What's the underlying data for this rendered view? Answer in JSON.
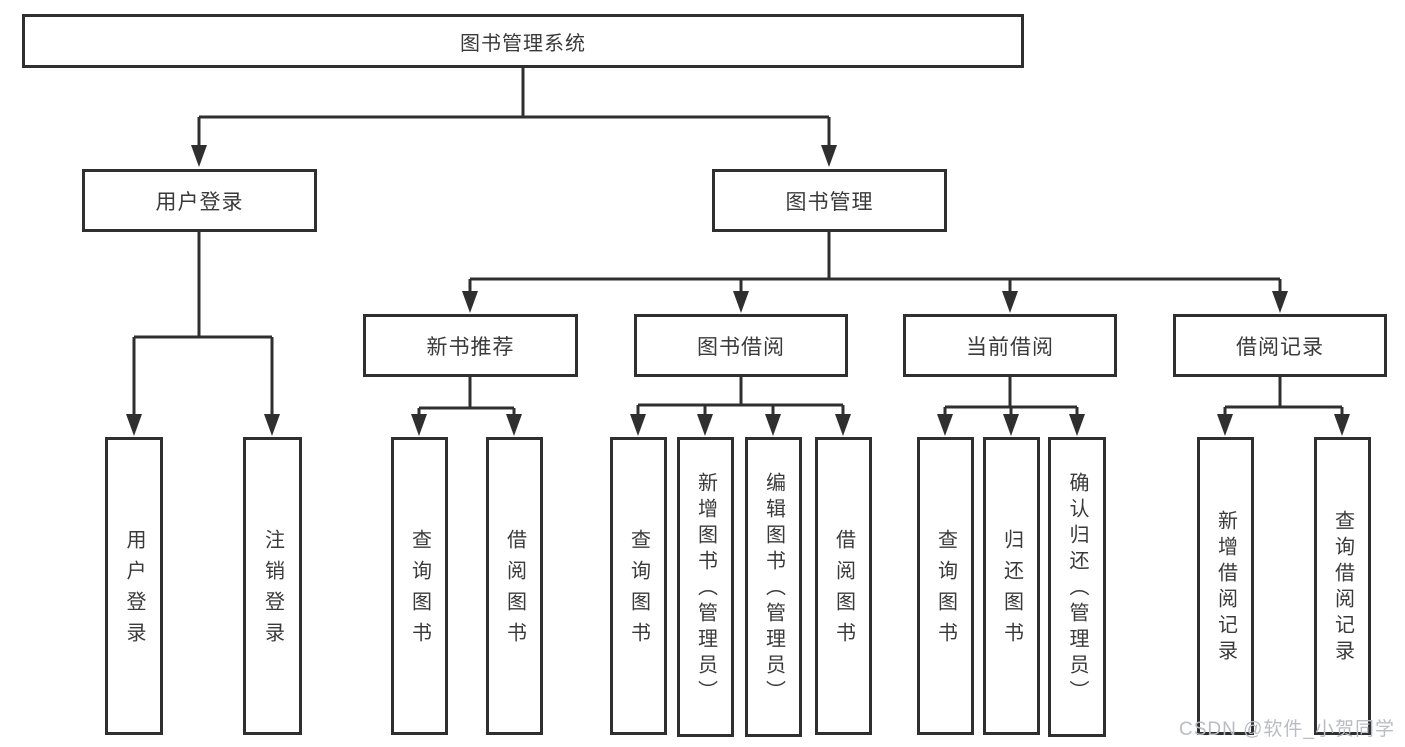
{
  "tree": {
    "root": {
      "label": "图书管理系统"
    },
    "level2": [
      {
        "label": "用户登录",
        "children": [
          "用户登录",
          "注销登录"
        ]
      },
      {
        "label": "图书管理",
        "children": [
          {
            "label": "新书推荐",
            "children": [
              "查询图书",
              "借阅图书"
            ]
          },
          {
            "label": "图书借阅",
            "children": [
              "查询图书",
              "新增图书（管理员）",
              "编辑图书（管理员）",
              "借阅图书"
            ]
          },
          {
            "label": "当前借阅",
            "children": [
              "查询图书",
              "归还图书",
              "确认归还（管理员）"
            ]
          },
          {
            "label": "借阅记录",
            "children": [
              "新增借阅记录",
              "查询借阅记录"
            ]
          }
        ]
      }
    ]
  },
  "watermark": {
    "text": "CSDN @软件_小贺同学"
  },
  "colors": {
    "line": "#2f2f2f",
    "node_text": "#3a3a3a",
    "watermark_text": "#b9bdc3",
    "background": "#ffffff"
  }
}
